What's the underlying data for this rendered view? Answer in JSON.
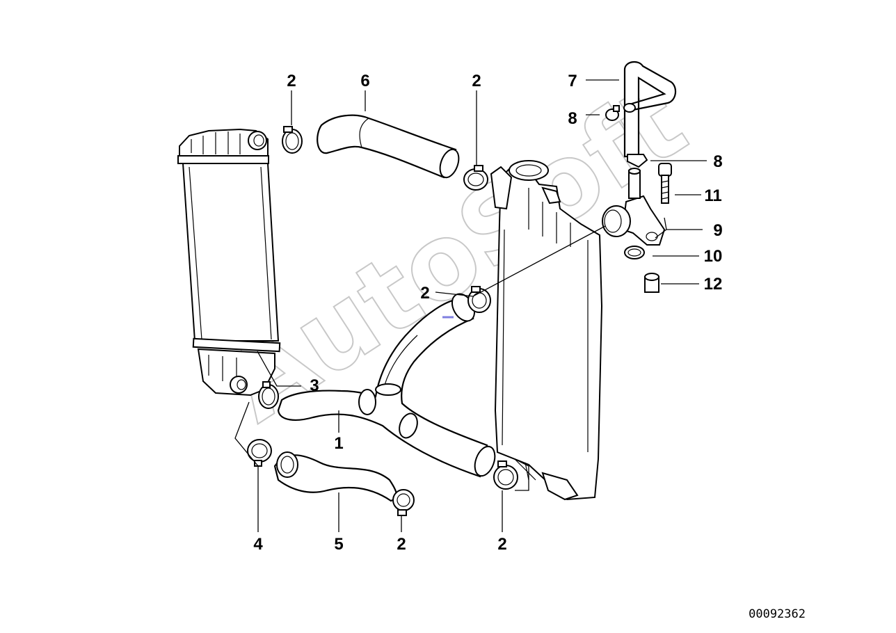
{
  "diagram": {
    "callouts": [
      {
        "id": "c2-a",
        "text": "2"
      },
      {
        "id": "c6",
        "text": "6"
      },
      {
        "id": "c2-b",
        "text": "2"
      },
      {
        "id": "c7",
        "text": "7"
      },
      {
        "id": "c8-a",
        "text": "8"
      },
      {
        "id": "c8-b",
        "text": "8"
      },
      {
        "id": "c11",
        "text": "11"
      },
      {
        "id": "c9",
        "text": "9"
      },
      {
        "id": "c10",
        "text": "10"
      },
      {
        "id": "c12",
        "text": "12"
      },
      {
        "id": "c2-c",
        "text": "2"
      },
      {
        "id": "c3",
        "text": "3"
      },
      {
        "id": "c1",
        "text": "1"
      },
      {
        "id": "c4",
        "text": "4"
      },
      {
        "id": "c5",
        "text": "5"
      },
      {
        "id": "c2-d",
        "text": "2"
      },
      {
        "id": "c2-e",
        "text": "2"
      }
    ],
    "catalog_number": "00092362",
    "watermark": "AutoSoft"
  }
}
